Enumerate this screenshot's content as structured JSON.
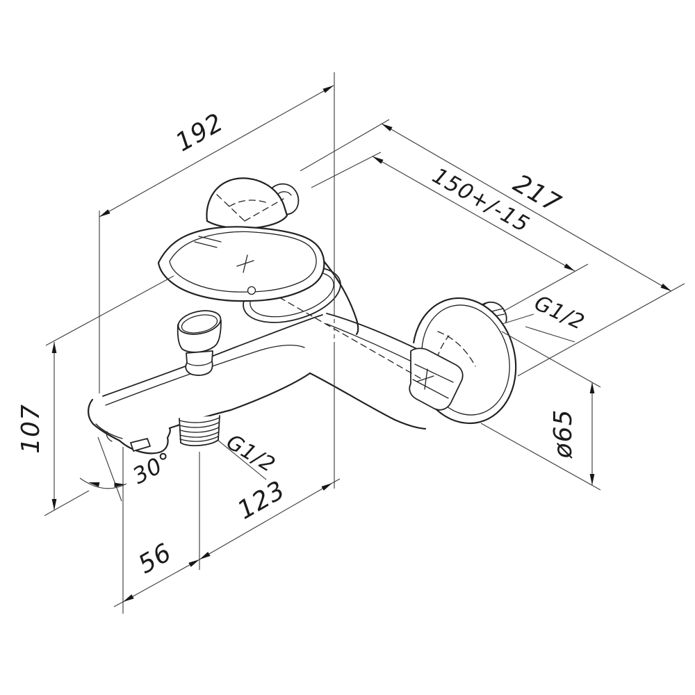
{
  "drawing": {
    "title": "Wall-mounted bath mixer faucet — isometric dimensioned drawing",
    "colors": {
      "background": "#ffffff",
      "line": "#222222",
      "dimension": "#3d3d3d",
      "text": "#1b1b1b"
    },
    "labels": {
      "dim_192": "192",
      "dim_150": "150+/-15",
      "dim_217": "217",
      "g12_wall": "G1/2",
      "dia_65": "ø65",
      "dim_107": "107",
      "angle_30": "30°",
      "g12_shower": "G1/2",
      "dim_123": "123",
      "dim_56": "56"
    }
  }
}
